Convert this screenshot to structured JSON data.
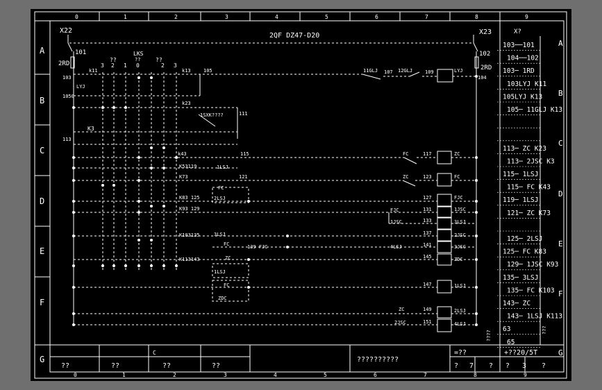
{
  "colors": {
    "background": "#000000",
    "outer_border": "#555555",
    "line": "#ffffff"
  },
  "grid": {
    "columns": [
      "0",
      "1",
      "2",
      "3",
      "4",
      "5",
      "6",
      "7",
      "8",
      "9"
    ],
    "rows": [
      "A",
      "B",
      "C",
      "D",
      "E",
      "F",
      "G"
    ]
  },
  "header": {
    "x22": "X22",
    "x23": "X23",
    "breaker": "2QF DZ47-D20",
    "fuse_left": "2RD",
    "fuse_right": "2RD",
    "node_101": "101",
    "node_102": "102",
    "node_103": "103",
    "node_104": "104",
    "node_105": "105"
  },
  "switch": {
    "label": "LKS",
    "label2": "??",
    "left_positions": [
      "3",
      "??",
      "2",
      "1"
    ],
    "center": "0",
    "right_positions": [
      "??",
      "2",
      "3"
    ]
  },
  "labels": {
    "k11": "k11",
    "k13": "k13",
    "lyj_left": "LYJ",
    "n1050": "1050",
    "k23": "k23",
    "sx": "1SXK????",
    "n111": "111",
    "k3": "K3",
    "n113": "113",
    "k43": "k43",
    "n115": "115",
    "k53": "K53119",
    "lsj1": "1LSJ",
    "k73": "K73",
    "n121": "121",
    "k83": "K83 125",
    "lsj2": "2LSJ",
    "fc_a": "FC",
    "k93": "K93 129",
    "k103": "K103135",
    "lsj3": "3LSJ",
    "fc_b": "FC",
    "n139": "139 FJC",
    "k113": "K113143",
    "zc_a": "ZC",
    "lsj4": "1LSJ",
    "fc_c": "FC",
    "zdc": "ZDC",
    "g11": "11GLJ",
    "n107": "107",
    "g12": "12GLJ",
    "n109": "109",
    "lyj_coil": "LYJ",
    "fc_117": "FC",
    "n117": "117",
    "zc_coil": "ZC",
    "zc_123": "ZC",
    "n123": "123",
    "fc_coil": "FC",
    "n127": "127",
    "fjc_coil": "FJC",
    "fjc_131": "FJC",
    "n131": "131",
    "c1jsc": "1JSC",
    "jsc_133": "1JSC",
    "n133": "133",
    "c3lsj": "3LSJ",
    "n137": "137",
    "c2jsc": "2JSC",
    "lsj_141": "4LSJ",
    "n141": "141",
    "c3jsc": "3JSC",
    "n145": "145",
    "czdc": "ZDC",
    "n147": "147",
    "c1lsj": "1LSJ",
    "zc_149": "ZC",
    "n149": "149",
    "c2lsj": "2LSJ",
    "jsc_151": "2JSC",
    "n151": "151",
    "c4lsj": "4LSJ",
    "side_left": "????",
    "side_right": "???"
  },
  "terminal": {
    "title": "X?",
    "rows": [
      "103──101",
      "104──102",
      "103─ 1RD",
      "103LYJ K11",
      "105LYJ K13",
      "105─ 11GLJ K13",
      "",
      "",
      "113─ ZC K23",
      "113─ 2JSC K3",
      "115─ 1LSJ",
      "115─ FC K43",
      "119─ 1LSJ",
      "121─ ZC K73",
      "",
      "125─ 2LSJ",
      "125─ FC K83",
      "129─ 1JSC K93",
      "135─ 3LSJ",
      "135─ FC K103",
      "143─ ZC",
      "143─ 1LSJ K113",
      "63",
      "65"
    ]
  },
  "title_block": {
    "left": [
      "??",
      "??",
      "??",
      "??"
    ],
    "c": "C",
    "drawing_name": "??????????",
    "code": "=??",
    "sheet": "+??20/5T",
    "page": [
      "?",
      "7",
      "?",
      "?",
      "3",
      "?"
    ]
  }
}
